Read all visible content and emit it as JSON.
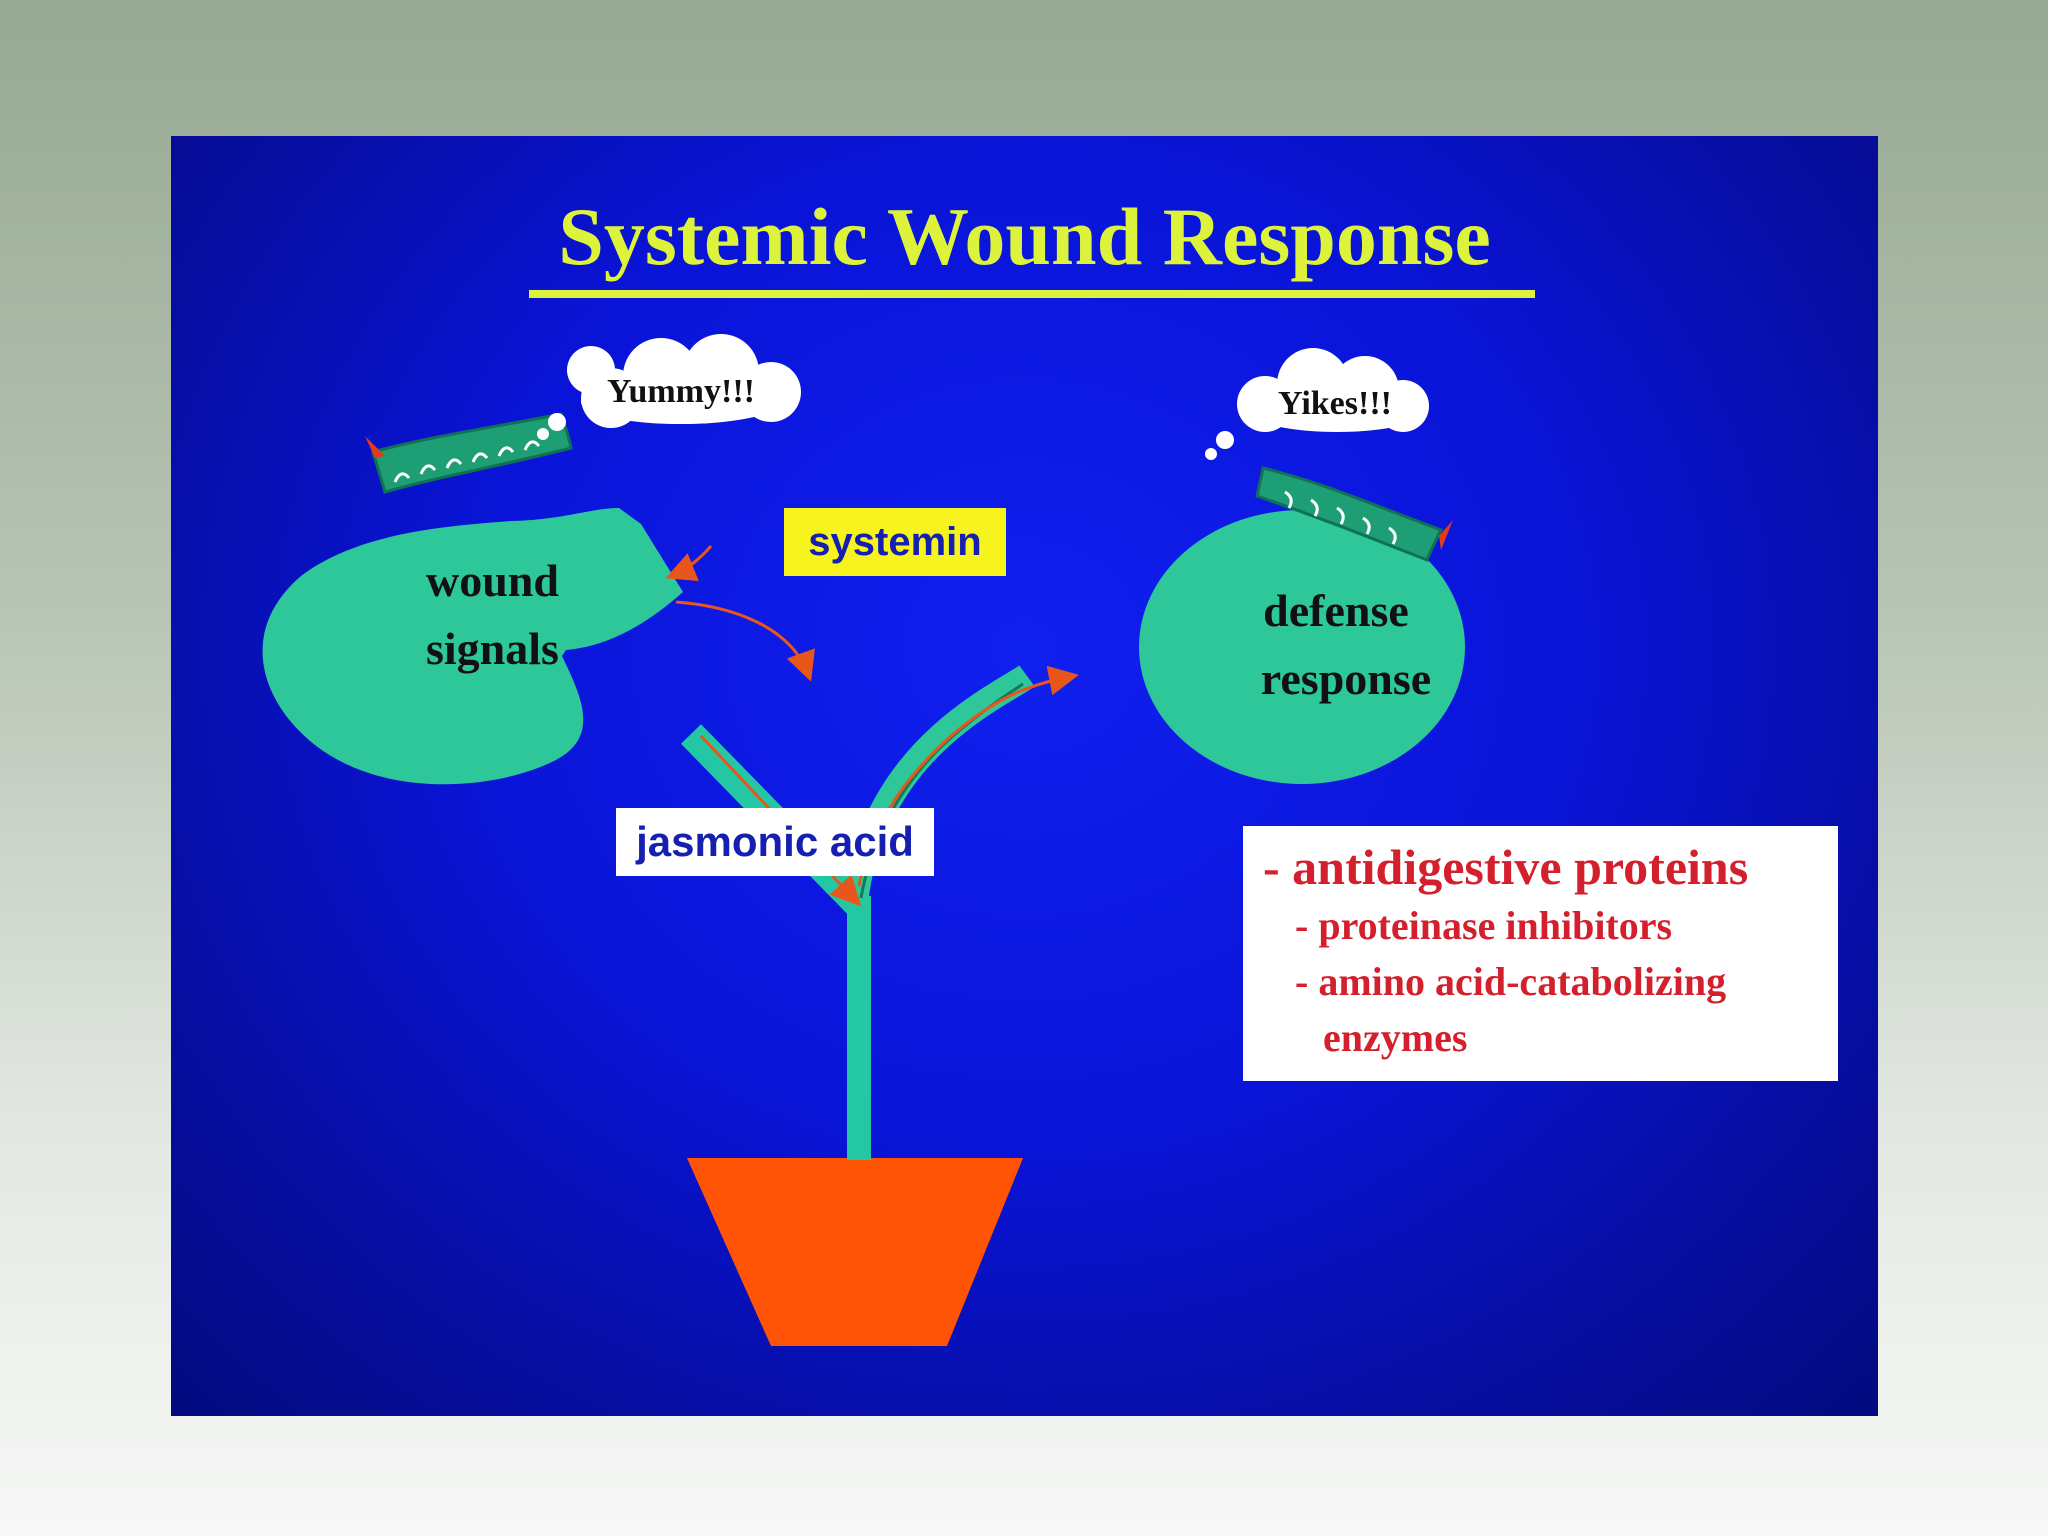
{
  "title": "Systemic Wound Response",
  "thought_left": "Yummy!!!",
  "thought_right": "Yikes!!!",
  "leaf_left": {
    "line1": "wound",
    "line2": "signals"
  },
  "leaf_right": {
    "line1": "defense",
    "line2": "response"
  },
  "labels": {
    "systemin": "systemin",
    "jasmonic_acid": "jasmonic acid"
  },
  "defense_list": {
    "heading": "- antidigestive proteins",
    "items": [
      {
        "text": "- proteinase inhibitors",
        "continuation": ""
      },
      {
        "text": "- amino acid-catabolizing",
        "continuation": "enzymes"
      }
    ]
  },
  "colors": {
    "slide_background": "#0a14d8",
    "title": "#ddf23a",
    "leaf": "#2ec79a",
    "stem": "#24c7a4",
    "pot": "#ff5405",
    "arrow": "#e8561c",
    "list_text": "#d41f2c",
    "label_text": "#1520b0",
    "systemin_box": "#f7f31c"
  },
  "icons": [
    "caterpillar-icon",
    "thought-cloud-icon",
    "flower-pot-icon"
  ]
}
